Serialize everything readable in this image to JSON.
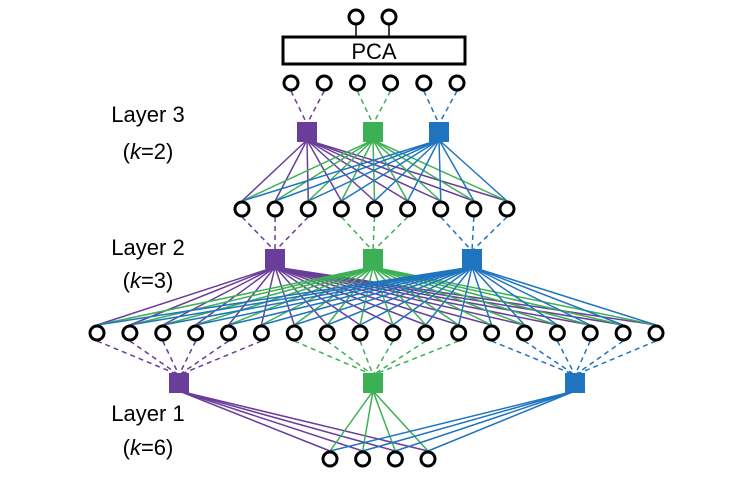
{
  "pca": {
    "label": "PCA"
  },
  "layers": [
    {
      "name": "Layer 3",
      "k_prefix": "(",
      "k_var": "k",
      "k_suffix": "=2)"
    },
    {
      "name": "Layer 2",
      "k_prefix": "(",
      "k_var": "k",
      "k_suffix": "=3)"
    },
    {
      "name": "Layer 1",
      "k_prefix": "(",
      "k_var": "k",
      "k_suffix": "=6)"
    }
  ],
  "colors": {
    "purple": "#6a3d9a",
    "green": "#3cb054",
    "blue": "#1f74c0",
    "stroke": "#000000"
  },
  "node_rows": [
    {
      "name": "pca-output",
      "count": 2
    },
    {
      "name": "pca-input",
      "count": 6
    },
    {
      "name": "layer3-input",
      "count": 9
    },
    {
      "name": "layer2-input",
      "count": 18
    },
    {
      "name": "layer1-input",
      "count": 4
    }
  ],
  "filters_per_layer": 3
}
